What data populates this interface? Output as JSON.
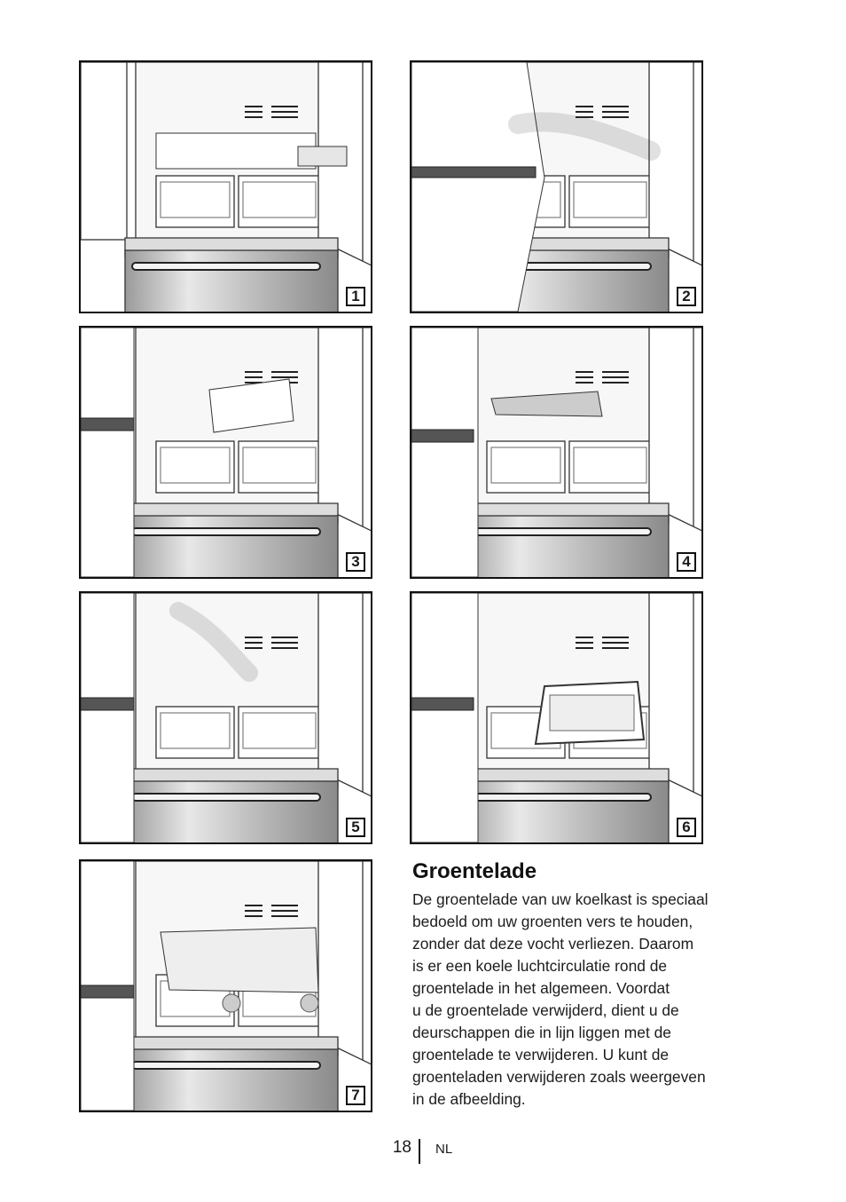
{
  "steps": [
    "1",
    "2",
    "3",
    "4",
    "5",
    "6",
    "7"
  ],
  "section": {
    "title": "Groentelade",
    "body": "De groentelade van uw koelkast is speciaal\nbedoeld om uw groenten vers te houden,\nzonder dat deze vocht verliezen. Daarom\nis er een koele luchtcirculatie rond de\ngroentelade in het algemeen. Voordat\nu de groentelade verwijderd, dient u de\ndeurschappen die in lijn liggen met de\ngroentelade te verwijderen.  U kunt de\ngroenteladen verwijderen zoals weergeven\nin de afbeelding."
  },
  "footer": {
    "page_number": "18",
    "language": "NL"
  }
}
